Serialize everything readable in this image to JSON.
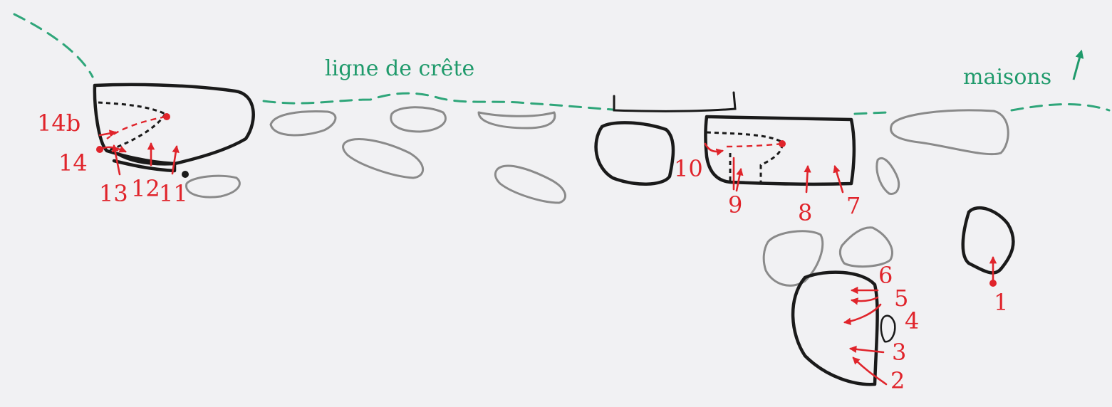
{
  "labels": {
    "ridge": "ligne de crête",
    "houses": "maisons"
  },
  "problems": [
    "1",
    "2",
    "3",
    "4",
    "5",
    "6",
    "7",
    "8",
    "9",
    "10",
    "11",
    "12",
    "13",
    "14",
    "14b"
  ],
  "colors": {
    "background": "#f1f1f3",
    "ridge": "#2fa67a",
    "routes": "#e0242b",
    "boulder_outline": "#1a1a1a",
    "minor_boulder_outline": "#8a8a8a"
  }
}
